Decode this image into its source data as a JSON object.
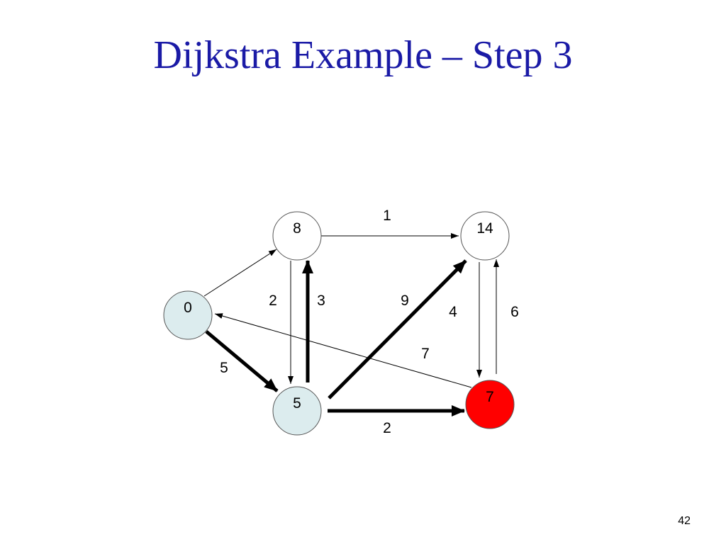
{
  "title": "Dijkstra Example – Step 3",
  "slide_number": "42",
  "colors": {
    "title": "#1a1aa6",
    "visited_fill": "#dcecee",
    "current_fill": "#ff0000",
    "unvisited_fill": "#ffffff",
    "edge": "#000000"
  },
  "graph": {
    "nodes": [
      {
        "id": "a",
        "label": "0",
        "state": "visited"
      },
      {
        "id": "b",
        "label": "8",
        "state": "unvisited"
      },
      {
        "id": "c",
        "label": "14",
        "state": "unvisited"
      },
      {
        "id": "d",
        "label": "5",
        "state": "visited"
      },
      {
        "id": "e",
        "label": "7",
        "state": "current"
      }
    ],
    "edges": [
      {
        "from": "a",
        "to": "b",
        "weight": "",
        "bold": false
      },
      {
        "from": "b",
        "to": "c",
        "weight": "1",
        "bold": false
      },
      {
        "from": "b",
        "to": "d",
        "weight": "2",
        "bold": false
      },
      {
        "from": "d",
        "to": "b",
        "weight": "3",
        "bold": true
      },
      {
        "from": "d",
        "to": "c",
        "weight": "9",
        "bold": true
      },
      {
        "from": "c",
        "to": "e",
        "weight": "4",
        "bold": false
      },
      {
        "from": "e",
        "to": "c",
        "weight": "6",
        "bold": false
      },
      {
        "from": "e",
        "to": "a",
        "weight": "7",
        "bold": false
      },
      {
        "from": "a",
        "to": "d",
        "weight": "5",
        "bold": true
      },
      {
        "from": "d",
        "to": "e",
        "weight": "2",
        "bold": true
      }
    ]
  }
}
